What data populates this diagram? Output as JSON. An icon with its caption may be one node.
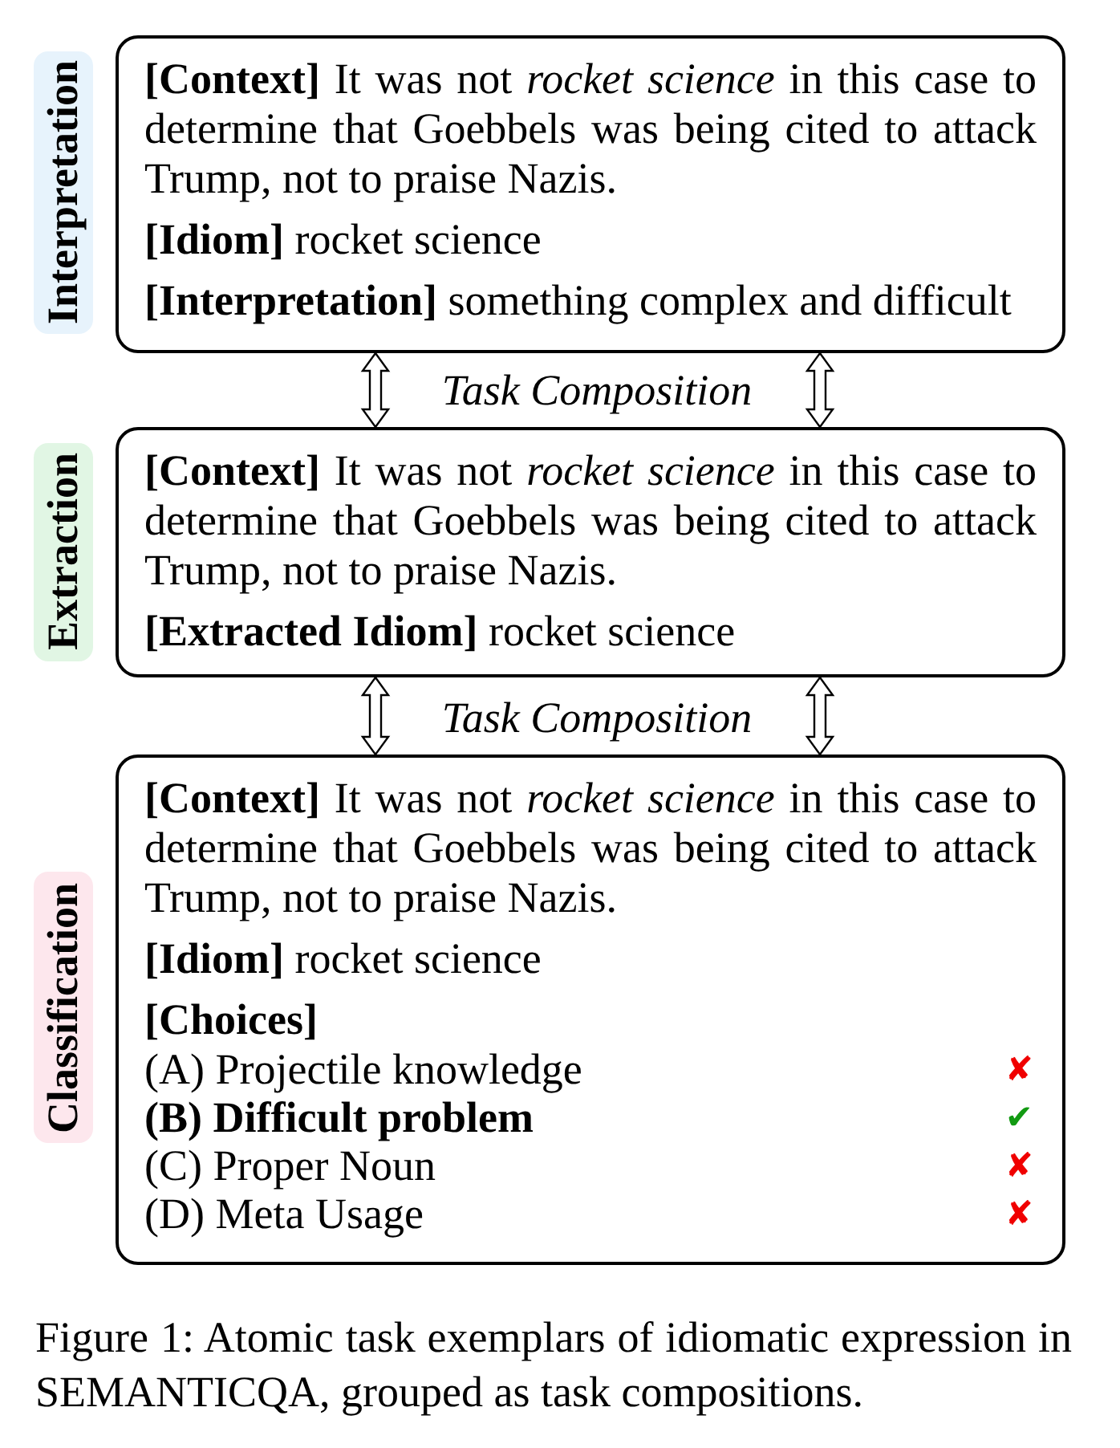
{
  "diagram": {
    "caption": "Figure 1: Atomic task exemplars of idiomatic expression in SEMANTICQA, grouped as task compositions.",
    "nodes": [
      {
        "text": [
          "Interpretation"
        ]
      },
      {
        "text": [
          "**[Context]** It was not *rocket science* in this case to determine that Goebbels was being cited to attack Trump, not to praise Nazis.",
          "**[Idiom]** rocket science",
          "**[Interpretation]** something complex and difficult"
        ]
      },
      {
        "text": [
          "Extraction"
        ]
      },
      {
        "text": [
          "**[Context]** It was not *rocket science* in this case to determine that Goebbels was being cited to attack Trump, not to praise Nazis.",
          "**[Extracted Idiom]** rocket science"
        ]
      },
      {
        "text": [
          "Classification"
        ]
      },
      {
        "text": [
          "**[Context]** It was not *rocket science* in this case to determine that Goebbels was being cited to attack Trump, not to praise Nazis.",
          "**[Idiom]** rocket science",
          "[Choices]",
          "(A) Projectile knowledge",
          "✘",
          "(B) Difficult problem",
          "✔",
          "(C) Proper Noun",
          "✘",
          "(D) Meta Usage",
          "✘"
        ]
      }
    ],
    "edges": [
      {
        "from": 1,
        "to": 3,
        "arrow": "both"
      },
      {
        "from": 1,
        "to": 3,
        "arrow": "both"
      },
      {
        "from": 3,
        "to": 5,
        "arrow": "both"
      },
      {
        "from": 3,
        "to": 5,
        "arrow": "both"
      }
    ],
    "labels": [
      "Task Composition",
      "Task Composition"
    ]
  }
}
